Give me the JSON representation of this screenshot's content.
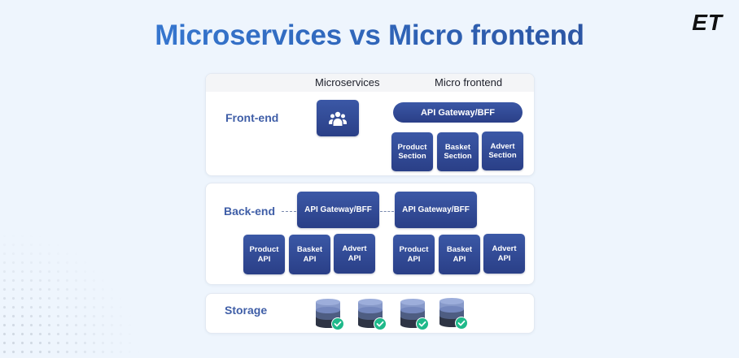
{
  "title": "Microservices vs Micro frontend",
  "logo": "ET",
  "columns": {
    "microservices": "Microservices",
    "micro_frontend": "Micro frontend"
  },
  "rows": {
    "frontend": "Front-end",
    "backend": "Back-end",
    "storage": "Storage"
  },
  "frontend": {
    "microservices_icon": "users-icon",
    "gateway": "API Gateway/BFF",
    "sections": [
      {
        "line1": "Product",
        "line2": "Section"
      },
      {
        "line1": "Basket",
        "line2": "Section"
      },
      {
        "line1": "Advert",
        "line2": "Section"
      }
    ]
  },
  "backend": {
    "microservices": {
      "gateway": "API Gateway/BFF",
      "apis": [
        {
          "line1": "Product",
          "line2": "API"
        },
        {
          "line1": "Basket",
          "line2": "API"
        },
        {
          "line1": "Advert",
          "line2": "API"
        }
      ]
    },
    "micro_frontend": {
      "gateway": "API Gateway/BFF",
      "apis": [
        {
          "line1": "Product",
          "line2": "API"
        },
        {
          "line1": "Basket",
          "line2": "API"
        },
        {
          "line1": "Advert",
          "line2": "API"
        }
      ]
    }
  },
  "storage": {
    "databases": [
      "database-check-icon",
      "database-check-icon",
      "database-check-icon",
      "database-check-icon"
    ]
  },
  "colors": {
    "title_start": "#3a82de",
    "title_end": "#2a4a93",
    "box": "#2f4795",
    "row_label": "#3f5ea7",
    "check": "#1fb98a",
    "background": "#eef5fd"
  }
}
